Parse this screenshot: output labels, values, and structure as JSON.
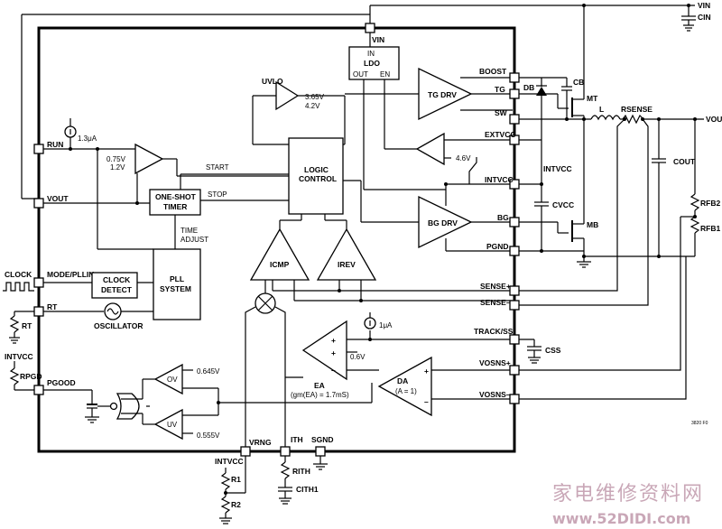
{
  "external": {
    "vin": "VIN",
    "cin": "CIN",
    "vout": "VOUT",
    "cout": "COUT",
    "rfb2": "RFB2",
    "rfb1": "RFB1",
    "l": "L",
    "rsense": "RSENSE",
    "db": "DB",
    "cb": "CB",
    "mt": "MT",
    "mb": "MB",
    "cvcc": "CVCC",
    "intvcc": "INTVCC",
    "clock": "CLOCK",
    "rt": "RT",
    "intvcc_left": "INTVCC",
    "rpgd": "RPGD",
    "css": "CSS",
    "intvcc_bottom": "INTVCC",
    "r1": "R1",
    "r2": "R2",
    "rith": "RITH",
    "cith1": "CITH1",
    "current_1p3": "1.3μA",
    "current_1": "1μA",
    "fig_code": "3820 F0"
  },
  "pins": {
    "vin": "VIN",
    "boost": "BOOST",
    "tg": "TG",
    "sw": "SW",
    "extvcc": "EXTVCC",
    "intvcc": "INTVCC",
    "bg": "BG",
    "pgnd": "PGND",
    "sense_p": "SENSE+",
    "sense_n": "SENSE–",
    "track_ss": "TRACK/SS",
    "vosns_p": "VOSNS+",
    "vosns_n": "VOSNS–",
    "run": "RUN",
    "vout": "VOUT",
    "mode_pllin": "MODE/PLLIN",
    "rt": "RT",
    "pgood": "PGOOD",
    "vrng": "VRNG",
    "ith": "ITH",
    "sgnd": "SGND"
  },
  "blocks": {
    "ldo_in": "IN",
    "ldo": "LDO",
    "ldo_out": "OUT",
    "ldo_en": "EN",
    "uvlo": "UVLO",
    "uvlo_hi": "3.65V",
    "uvlo_lo": "4.2V",
    "tg_drv": "TG DRV",
    "bg_drv": "BG DRV",
    "logic_line1": "LOGIC",
    "logic_line2": "CONTROL",
    "start": "START",
    "stop": "STOP",
    "oneshot_line1": "ONE-SHOT",
    "oneshot_line2": "TIMER",
    "time_adjust_1": "TIME",
    "time_adjust_2": "ADJUST",
    "run_hi": "0.75V",
    "run_lo": "1.2V",
    "extvcc_th": "4.6V",
    "clock_detect_1": "CLOCK",
    "clock_detect_2": "DETECT",
    "pll_1": "PLL",
    "pll_2": "SYSTEM",
    "oscillator": "OSCILLATOR",
    "icmp": "ICMP",
    "irev": "IREV",
    "ea": "EA",
    "ea_gm": "(gm(EA) = 1.7mS)",
    "ea_ref": "0.6V",
    "da": "DA",
    "da_gain": "(A = 1)",
    "ov": "OV",
    "uv": "UV",
    "ov_th": "0.645V",
    "uv_th": "0.555V"
  },
  "watermark": {
    "cn": "家电维修资料网",
    "url": "www.52DIDI.com"
  }
}
